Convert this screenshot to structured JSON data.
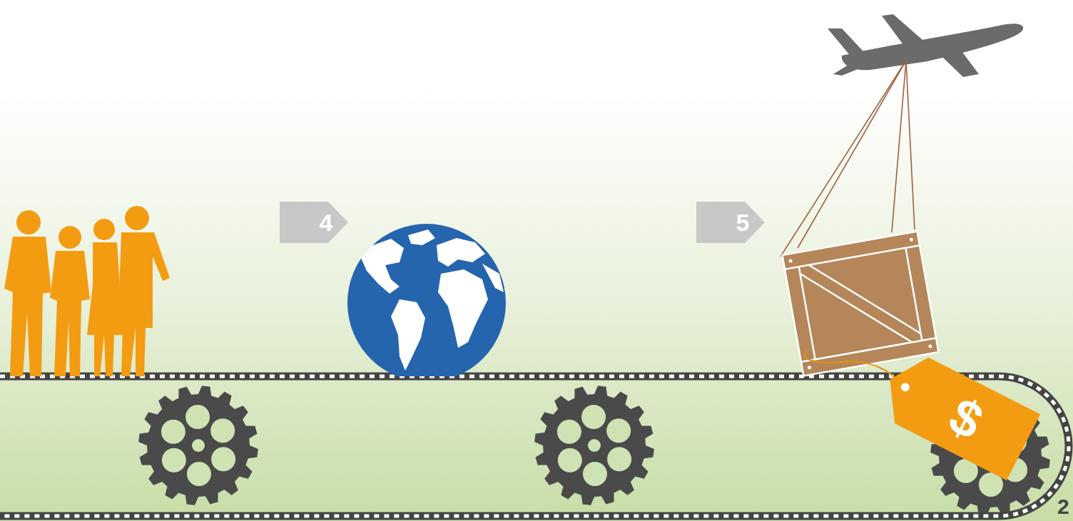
{
  "diagram": {
    "nodes": [
      {
        "text": [
          "4"
        ]
      },
      {
        "text": [
          "5"
        ]
      },
      {
        "text": [
          "$"
        ]
      }
    ],
    "labels": [
      "2"
    ]
  }
}
